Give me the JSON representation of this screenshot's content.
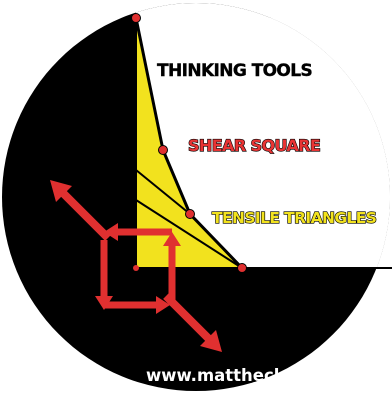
{
  "logo": {
    "labels": {
      "thinking_tools": "THINKING TOOLS",
      "shear_square": "SHEAR SQUARE",
      "tensile_triangles": "TENSILE TRIANGLES"
    },
    "website": "www.mattheck.de",
    "colors": {
      "background_disc": "#000000",
      "white_field": "#ffffff",
      "triangle_fill": "#f2e21e",
      "accent_red": "#e03030",
      "label_white": "#ffffff",
      "label_red": "#e83434",
      "label_yellow": "#f2e21e",
      "outline_black": "#000000"
    },
    "icons": [
      "arrow-up-left-icon",
      "arrow-down-right-icon",
      "shear-square-icon"
    ]
  }
}
